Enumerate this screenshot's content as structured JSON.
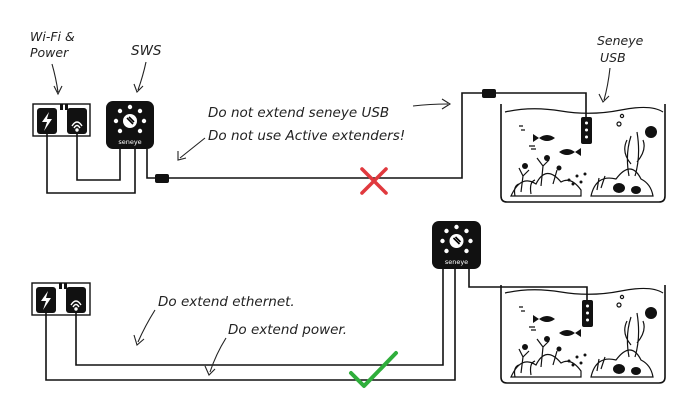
{
  "top": {
    "wifi_power_label_1": "Wi-Fi &",
    "wifi_power_label_2": "Power",
    "sws_label": "SWS",
    "seneye_usb_label_1": "Seneye",
    "seneye_usb_label_2": "USB",
    "warning_1": "Do not extend seneye USB",
    "warning_2": "Do not use Active extenders!",
    "device_brand": "seneye"
  },
  "bottom": {
    "note_ethernet": "Do extend ethernet.",
    "note_power": "Do extend power.",
    "device_brand": "seneye"
  },
  "colors": {
    "cross": "#e0393e",
    "check": "#2fae3b",
    "ink": "#111111"
  },
  "icons": {
    "outlet_power": "lightning-icon",
    "outlet_wifi": "wifi-icon",
    "wrong": "red-cross-icon",
    "correct": "green-check-icon"
  }
}
